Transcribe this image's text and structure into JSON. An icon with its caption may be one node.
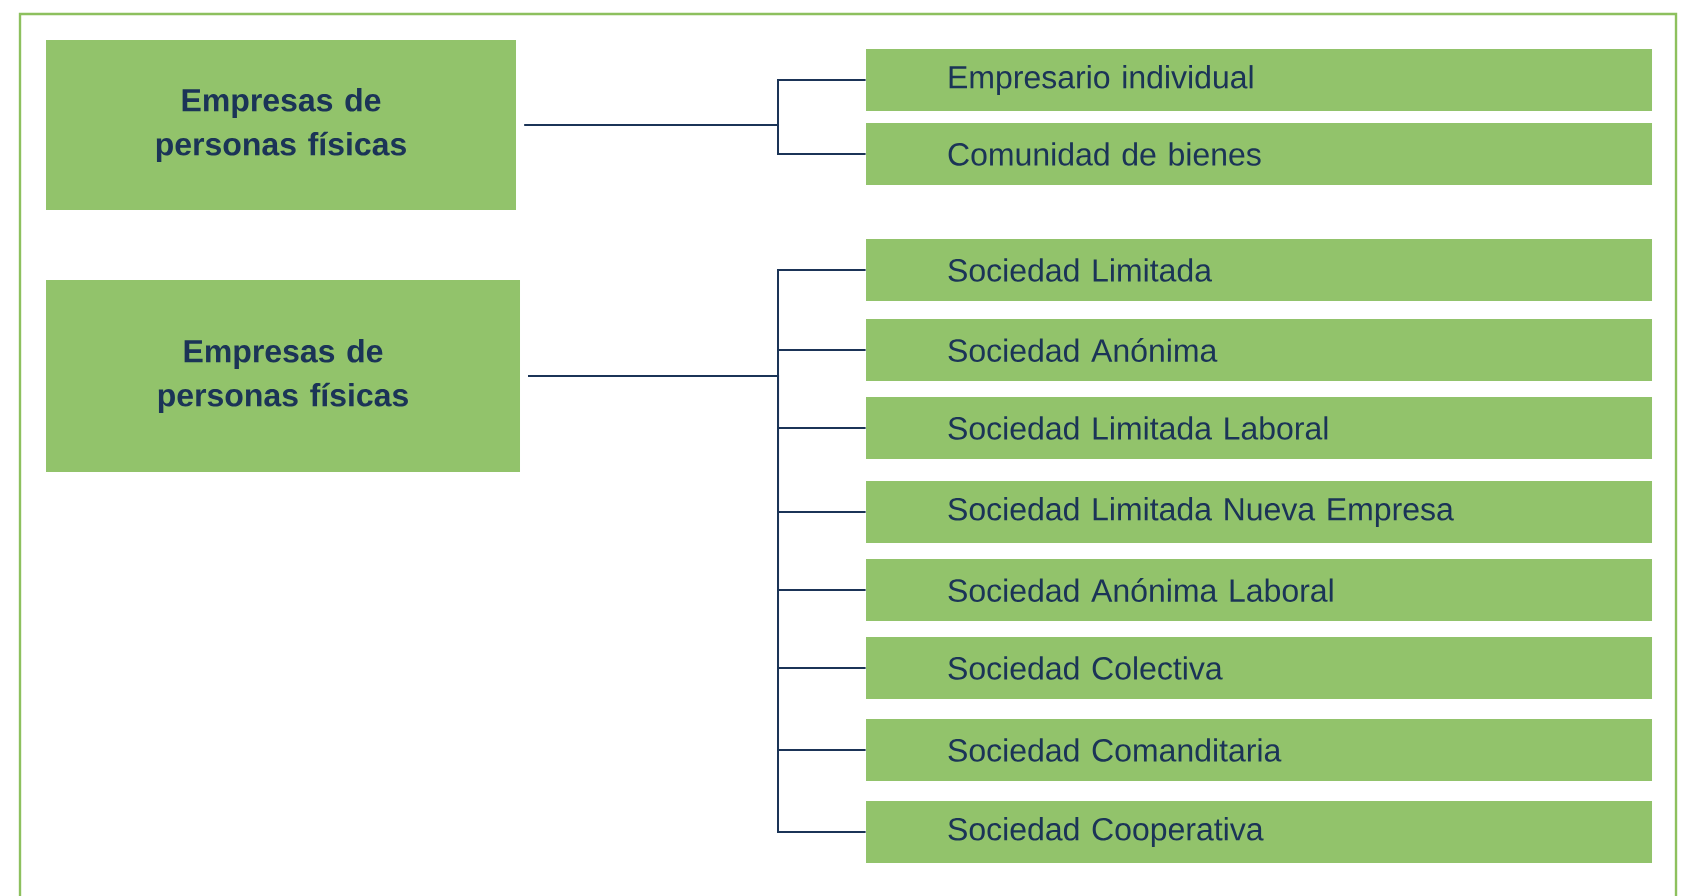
{
  "diagram": {
    "nodes": [
      {
        "text": [
          "Empresas de personas físicas"
        ]
      },
      {
        "text": [
          "Empresas de personas físicas"
        ]
      },
      {
        "text": [
          "Empresario individual"
        ]
      },
      {
        "text": [
          "Comunidad de bienes"
        ]
      },
      {
        "text": [
          "Sociedad Limitada"
        ]
      },
      {
        "text": [
          "Sociedad Anónima"
        ]
      },
      {
        "text": [
          "Sociedad Limitada Laboral"
        ]
      },
      {
        "text": [
          "Sociedad Limitada Nueva Empresa"
        ]
      },
      {
        "text": [
          "Sociedad Anónima Laboral"
        ]
      },
      {
        "text": [
          "Sociedad Colectiva"
        ]
      },
      {
        "text": [
          "Sociedad Comanditaria"
        ]
      },
      {
        "text": [
          "Sociedad Cooperativa"
        ]
      }
    ],
    "edges": [
      {
        "from": 0,
        "to": 2,
        "arrow": "none"
      },
      {
        "from": 0,
        "to": 3,
        "arrow": "none"
      },
      {
        "from": 1,
        "to": 4,
        "arrow": "none"
      },
      {
        "from": 1,
        "to": 5,
        "arrow": "none"
      },
      {
        "from": 1,
        "to": 6,
        "arrow": "none"
      },
      {
        "from": 1,
        "to": 7,
        "arrow": "none"
      },
      {
        "from": 1,
        "to": 8,
        "arrow": "none"
      },
      {
        "from": 1,
        "to": 9,
        "arrow": "none"
      },
      {
        "from": 1,
        "to": 10,
        "arrow": "none"
      },
      {
        "from": 1,
        "to": 11,
        "arrow": "none"
      }
    ]
  }
}
